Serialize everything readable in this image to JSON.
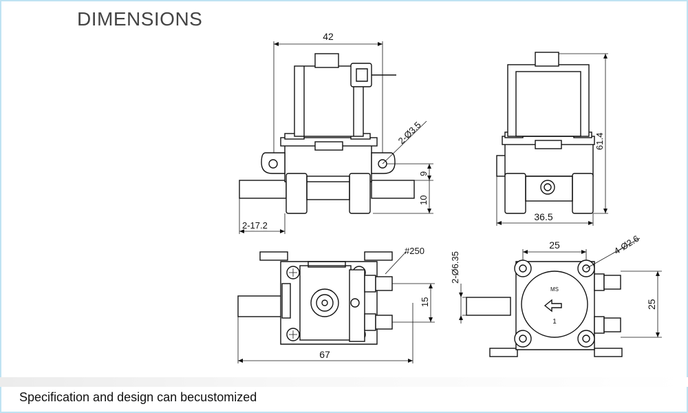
{
  "title": "DIMENSIONS",
  "footer": "Specification and design can becustomized",
  "dims": {
    "width_42": "42",
    "hole": "2-Ø3.5",
    "h9": "9",
    "h10": "10",
    "pipe_len": "2-17.2",
    "height_61_4": "61.4",
    "width_36_5": "36.5",
    "width_25": "25",
    "hole4": "4-Ø2.6",
    "pipe_dia": "2-Ø6.35",
    "terminal": "#250",
    "h15": "15",
    "length_67": "67",
    "h25": "25"
  },
  "coil_marks": {
    "ms": "MS",
    "one": "1"
  }
}
